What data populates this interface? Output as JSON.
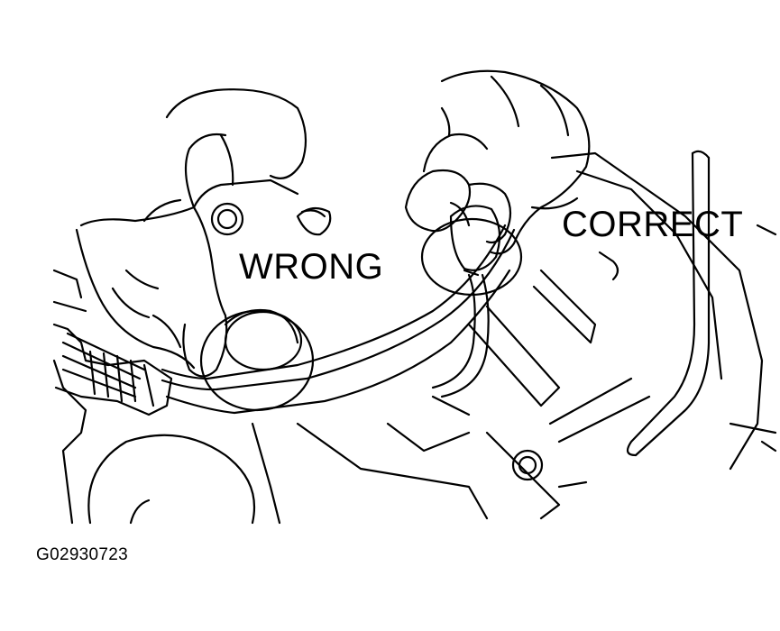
{
  "figure": {
    "labels": {
      "wrong": "WRONG",
      "correct": "CORRECT"
    },
    "figure_id": "G02930723"
  },
  "colors": {
    "ink": "#000000",
    "paper": "#ffffff"
  }
}
